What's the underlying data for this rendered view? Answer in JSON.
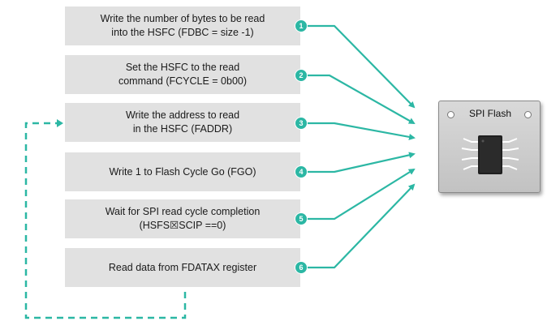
{
  "steps": [
    {
      "text": "Write the number of bytes to be read\ninto the HSFC (FDBC = size -1)",
      "badge": "1"
    },
    {
      "text": "Set the HSFC to the read\ncommand (FCYCLE = 0b00)",
      "badge": "2"
    },
    {
      "text": "Write the address to read\nin the HSFC (FADDR)",
      "badge": "3"
    },
    {
      "text": "Write 1 to Flash Cycle Go (FGO)",
      "badge": "4"
    },
    {
      "text": "Wait for SPI read cycle completion\n(HSFS☒SCIP ==0)",
      "badge": "5"
    },
    {
      "text": "Read data from FDATAX register",
      "badge": "6"
    }
  ],
  "flash": {
    "title": "SPI Flash"
  },
  "colors": {
    "accent": "#2cb7a4",
    "box": "#e1e1e1"
  }
}
